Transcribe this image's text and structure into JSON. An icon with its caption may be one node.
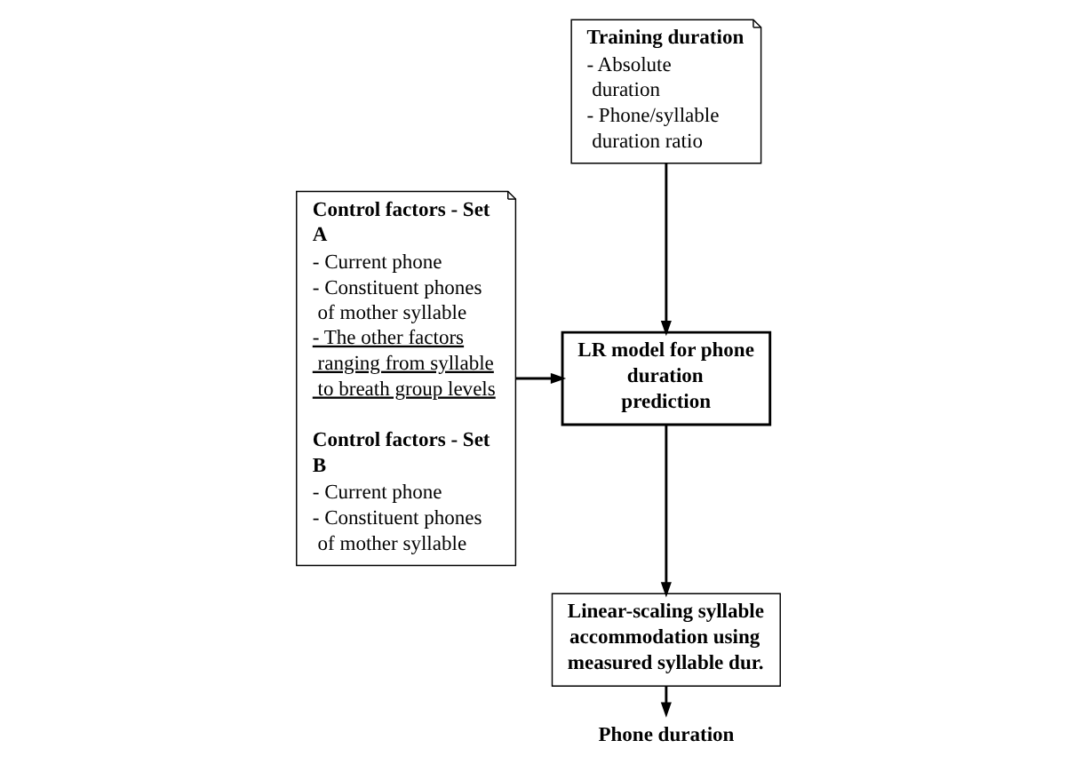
{
  "diagram": {
    "nodes": [
      {
        "text": [
          "Control factors - Set A",
          "- Current phone",
          "- Constituent phones of mother syllable",
          "- The other factors ranging from syllable to breath group levels",
          "Control factors - Set B",
          "- Current phone",
          "- Constituent phones of mother syllable"
        ]
      },
      {
        "text": [
          "Training duration",
          "- Absolute duration",
          "- Phone/syllable duration ratio"
        ]
      },
      {
        "text": [
          "LR model for phone duration prediction"
        ]
      },
      {
        "text": [
          "Linear-scaling syllable accommodation using measured syllable dur."
        ]
      },
      {
        "text": [
          "Phone duration"
        ]
      }
    ],
    "edges": [
      {
        "from": 0,
        "to": 2,
        "arrow": "to"
      },
      {
        "from": 1,
        "to": 2,
        "arrow": "to"
      },
      {
        "from": 2,
        "to": 3,
        "arrow": "to"
      },
      {
        "from": 3,
        "to": 4,
        "arrow": "to"
      }
    ]
  }
}
